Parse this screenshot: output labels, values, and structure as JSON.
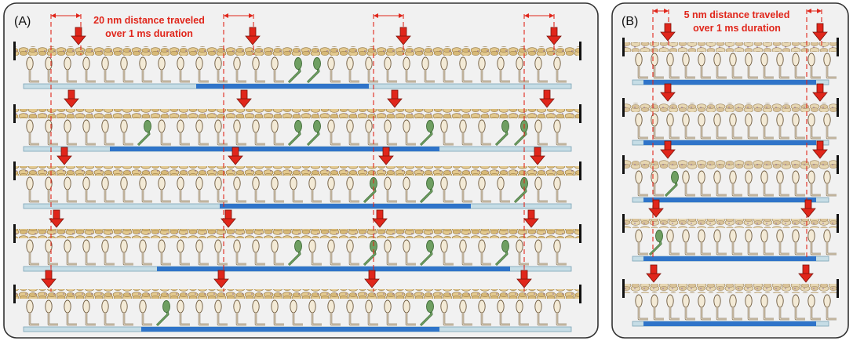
{
  "panels": [
    {
      "id": "A",
      "label": "(A)",
      "caption_line1": "20 nm distance traveled",
      "caption_line2": "over 1 ms duration",
      "rows": 5
    },
    {
      "id": "B",
      "label": "(B)",
      "caption_line1": "5 nm distance traveled",
      "caption_line2": "over 1 ms duration",
      "rows": 5
    }
  ],
  "colors": {
    "arrow": "#e0261b",
    "dashed_line": "#e0261b",
    "actin_filament": "#e3c98f",
    "myosin_head": "#f3ead6",
    "attached_myosin": "#6f9f62",
    "thick_filament": "#c6dde6",
    "thick_filament_active": "#2f74c9",
    "panel_border": "#333333",
    "panel_fill": "#f1f1f1"
  },
  "icons": [
    "red-down-arrow-icon",
    "myosin-head-icon",
    "attached-cross-bridge-icon",
    "z-disc-icon"
  ]
}
